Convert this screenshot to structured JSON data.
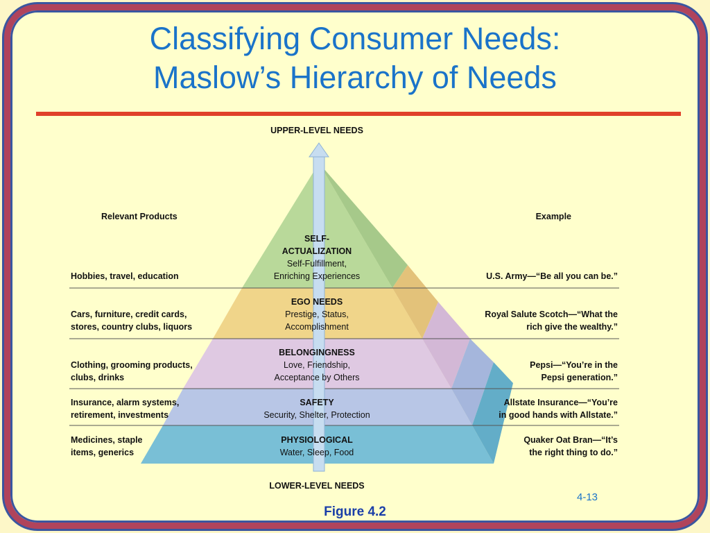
{
  "title": {
    "line1": "Classifying Consumer Needs:",
    "line2": "Maslow’s Hierarchy of Needs"
  },
  "diagram": {
    "upper_label": "UPPER-LEVEL NEEDS",
    "lower_label": "LOWER-LEVEL NEEDS",
    "products_header": "Relevant Products",
    "example_header": "Example",
    "levels": [
      {
        "name_lines": [
          "SELF-",
          "ACTUALIZATION"
        ],
        "desc_lines": [
          "Self-Fulfillment,",
          "Enriching Experiences"
        ],
        "products": [
          "Hobbies, travel, education"
        ],
        "example": [
          "U.S. Army—“Be all you can be.”"
        ]
      },
      {
        "name_lines": [
          "EGO NEEDS"
        ],
        "desc_lines": [
          "Prestige, Status,",
          "Accomplishment"
        ],
        "products": [
          "Cars, furniture, credit cards,",
          "stores, country clubs, liquors"
        ],
        "example": [
          "Royal Salute Scotch—“What the",
          "rich give the wealthy.”"
        ]
      },
      {
        "name_lines": [
          "BELONGINGNESS"
        ],
        "desc_lines": [
          "Love, Friendship,",
          "Acceptance by Others"
        ],
        "products": [
          "Clothing, grooming products,",
          "clubs, drinks"
        ],
        "example": [
          "Pepsi—“You’re in the",
          "Pepsi generation.”"
        ]
      },
      {
        "name_lines": [
          "SAFETY"
        ],
        "desc_lines": [
          "Security, Shelter, Protection"
        ],
        "products": [
          "Insurance, alarm systems,",
          "retirement, investments"
        ],
        "example": [
          "Allstate Insurance—“You’re",
          "in good hands with Allstate.”"
        ]
      },
      {
        "name_lines": [
          "PHYSIOLOGICAL"
        ],
        "desc_lines": [
          "Water, Sleep, Food"
        ],
        "products": [
          "Medicines, staple",
          "items, generics"
        ],
        "example": [
          "Quaker Oat Bran—“It’s",
          "the right thing to do.”"
        ]
      }
    ],
    "colors": {
      "level1": "#b9d99a",
      "level2": "#f0d58a",
      "level3": "#dfc9e2",
      "level4": "#b8c6e6",
      "level5": "#79bfd6",
      "arrow": "#c7ddf0"
    }
  },
  "figure_label": "Figure 4.2",
  "page_number": "4-13"
}
